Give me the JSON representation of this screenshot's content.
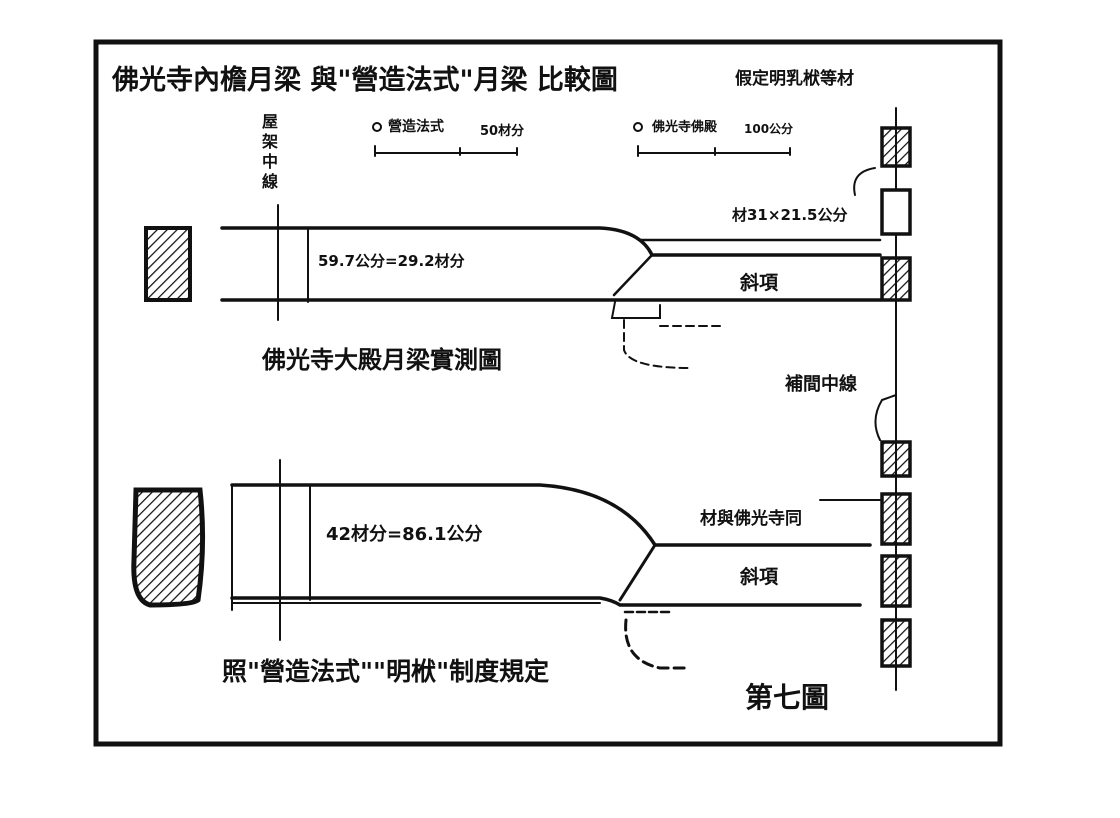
{
  "title": "佛光寺內檐月梁 與\"營造法式\"月梁 比較圖",
  "title_note": "假定明乳栿等材",
  "scale_bars": [
    {
      "label": "營造法式",
      "value": "50材分"
    },
    {
      "label": "佛光寺佛殿",
      "value": "100公分"
    }
  ],
  "roof_centerline_label": "屋架中線",
  "top_section": {
    "material_label": "材31×21.5公分",
    "height_label": "59.7公分=29.2材分",
    "neck_label": "斜項",
    "caption": "佛光寺大殿月梁實測圖"
  },
  "column_centerline_label": "補間中線",
  "bottom_section": {
    "material_label": "材與佛光寺同",
    "height_label": "42材分=86.1公分",
    "neck_label": "斜項",
    "caption": "照\"營造法式\"\"明栿\"制度規定"
  },
  "figure_number": "第七圖"
}
